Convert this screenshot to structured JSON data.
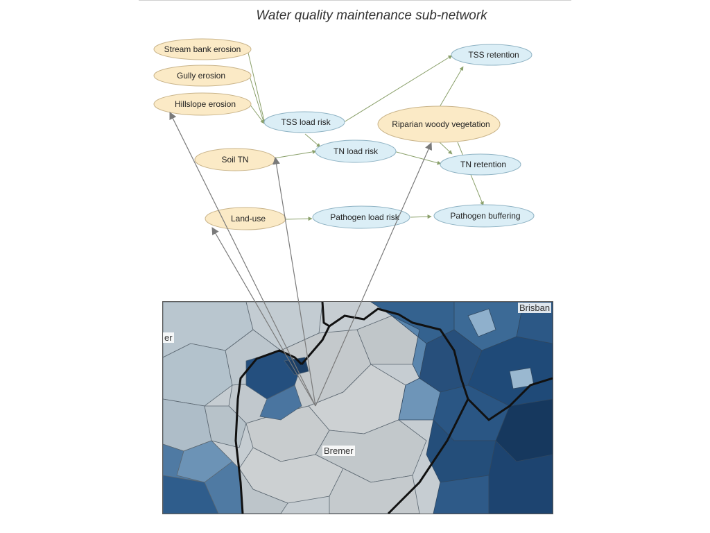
{
  "title": "Water quality maintenance sub-network",
  "nodes": {
    "stream_bank_erosion": "Stream bank  erosion",
    "gully_erosion": "Gully erosion",
    "hillslope_erosion": "Hillslope erosion",
    "tss_load_risk": "TSS load risk",
    "soil_tn": "Soil TN",
    "tn_load_risk": "TN load risk",
    "land_use": "Land-use",
    "pathogen_load_risk": "Pathogen load risk",
    "tss_retention": "TSS retention",
    "riparian_woody_vegetation": "Riparian woody vegetation",
    "tn_retention": "TN retention",
    "pathogen_buffering": "Pathogen buffering"
  },
  "colors": {
    "input_node_fill": "#fbeac6",
    "input_node_stroke": "#c9b48a",
    "output_node_fill": "#dbeef6",
    "output_node_stroke": "#8fb3c4",
    "edge": "#8aa06a",
    "map_arrow": "#7a7a7a"
  },
  "map": {
    "labels": {
      "bremer": "Bremer",
      "brisbane": "Brisban",
      "er": "er"
    }
  }
}
